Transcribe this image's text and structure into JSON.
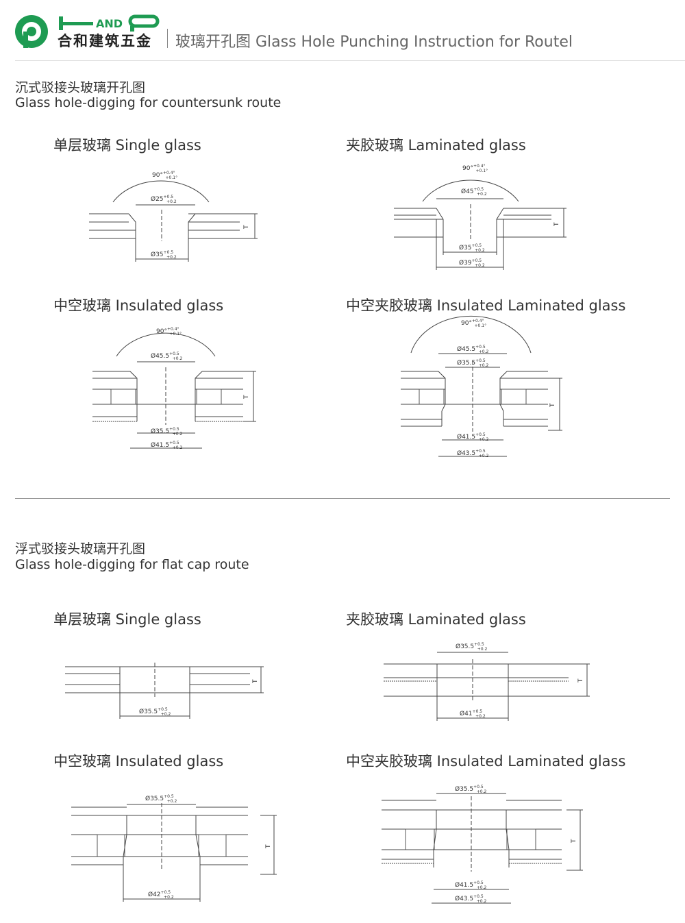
{
  "header": {
    "logo_wordmark": "AND",
    "brand_zh": "合和建筑五金",
    "title": "玻璃开孔图 Glass Hole Punching Instruction for Routel"
  },
  "colors": {
    "brand_green": "#1e9b52",
    "line": "#444444"
  },
  "section1": {
    "title_zh": "沉式驳接头玻璃开孔图",
    "title_en": "Glass hole-digging for countersunk route",
    "single": {
      "title": "单层玻璃 Single glass",
      "angle": "90°",
      "angle_tol_up": "+0.4°",
      "angle_tol_dn": "+0.1°",
      "d1": "Ø25",
      "d2": "Ø35",
      "tol_up": "+0.5",
      "tol_dn": "+0.2",
      "t": "T"
    },
    "laminated": {
      "title": "夹胶玻璃 Laminated glass",
      "angle": "90°",
      "angle_tol_up": "+0.4°",
      "angle_tol_dn": "+0.1°",
      "d1": "Ø45",
      "d2": "Ø35",
      "d3": "Ø39",
      "tol_up": "+0.5",
      "tol_dn": "+0.2",
      "t": "T"
    },
    "insulated": {
      "title": "中空玻璃 Insulated glass",
      "angle": "90°",
      "angle_tol_up": "+0.4°",
      "angle_tol_dn": "+0.1°",
      "d1": "Ø45.5",
      "d2": "Ø35.5",
      "d3": "Ø41.5",
      "tol_up": "+0.5",
      "tol_dn": "+0.2",
      "t": "T"
    },
    "insulated_laminated": {
      "title": "中空夹胶玻璃 Insulated Laminated glass",
      "angle": "90°",
      "angle_tol_up": "+0.4°",
      "angle_tol_dn": "+0.1°",
      "d1": "Ø45.5",
      "d2": "Ø35.5",
      "d3": "Ø41.5",
      "d4": "Ø43.5",
      "tol_up": "+0.5",
      "tol_dn": "+0.2",
      "t": "T"
    }
  },
  "section2": {
    "title_zh": "浮式驳接头玻璃开孔图",
    "title_en": "Glass hole-digging for flat cap route",
    "single": {
      "title": "单层玻璃 Single glass",
      "d1": "Ø35.5",
      "tol_up": "+0.5",
      "tol_dn": "+0.2",
      "t": "T"
    },
    "laminated": {
      "title": "夹胶玻璃 Laminated glass",
      "d1": "Ø35.5",
      "d2": "Ø41",
      "tol_up": "+0.5",
      "tol_dn": "+0.2",
      "t": "T"
    },
    "insulated": {
      "title": "中空玻璃 Insulated glass",
      "d1": "Ø35.5",
      "d2": "Ø42",
      "tol_up": "+0.5",
      "tol_dn": "+0.2",
      "t": "T"
    },
    "insulated_laminated": {
      "title": "中空夹胶玻璃 Insulated Laminated glass",
      "d1": "Ø35.5",
      "d2": "Ø41.5",
      "d3": "Ø43.5",
      "tol_up": "+0.5",
      "tol_dn": "+0.2",
      "t": "T"
    }
  }
}
